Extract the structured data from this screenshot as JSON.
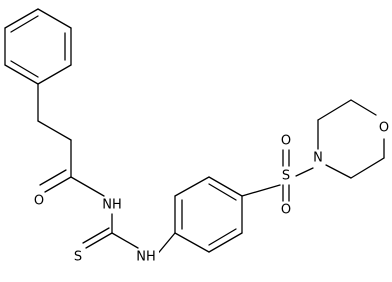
{
  "molecule": {
    "atoms": [
      {
        "id": "o_carbonyl",
        "label": "O"
      },
      {
        "id": "n_amide",
        "label": "NH"
      },
      {
        "id": "s_thione",
        "label": "S"
      },
      {
        "id": "n_thiourea",
        "label": "NH"
      },
      {
        "id": "s_sulfonyl",
        "label": "S"
      },
      {
        "id": "o_sulfonyl_top",
        "label": "O"
      },
      {
        "id": "o_sulfonyl_bottom",
        "label": "O"
      },
      {
        "id": "n_morpholine",
        "label": "N"
      },
      {
        "id": "o_morpholine",
        "label": "O"
      }
    ]
  }
}
